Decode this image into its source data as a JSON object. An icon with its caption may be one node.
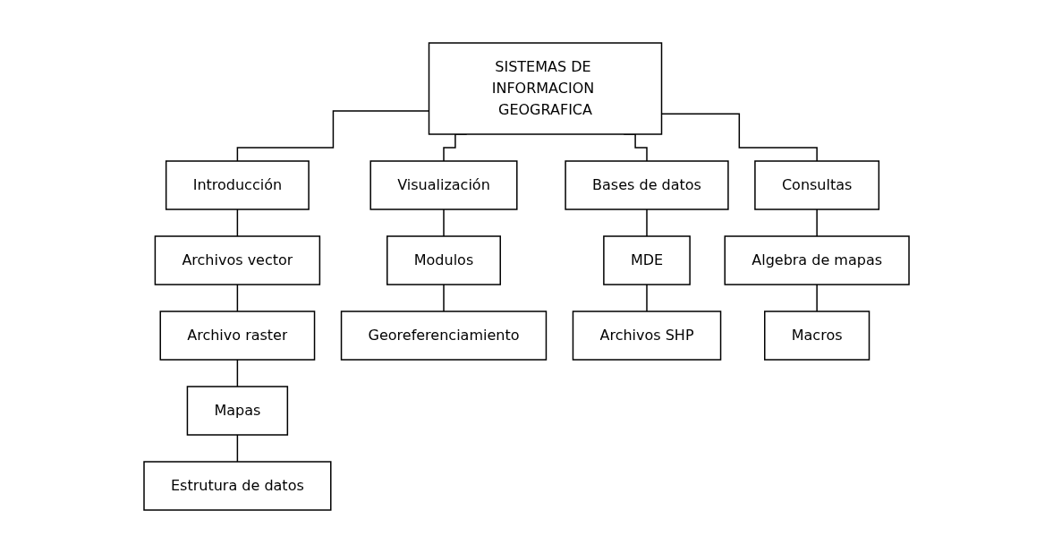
{
  "diagram": {
    "nodes": [
      {
        "text": [
          "SISTEMAS DE INFORMACION GEOGRAFICA"
        ]
      },
      {
        "text": [
          "Introducción"
        ]
      },
      {
        "text": [
          "Visualización"
        ]
      },
      {
        "text": [
          "Bases de datos"
        ]
      },
      {
        "text": [
          "Consultas"
        ]
      },
      {
        "text": [
          "Archivos vector"
        ]
      },
      {
        "text": [
          "Archivo raster"
        ]
      },
      {
        "text": [
          "Mapas"
        ]
      },
      {
        "text": [
          "Estrutura de datos"
        ]
      },
      {
        "text": [
          "Modulos"
        ]
      },
      {
        "text": [
          "Georeferenciamiento"
        ]
      },
      {
        "text": [
          "MDE"
        ]
      },
      {
        "text": [
          "Archivos SHP"
        ]
      },
      {
        "text": [
          "Algebra de mapas"
        ]
      },
      {
        "text": [
          "Macros"
        ]
      }
    ],
    "edges": [
      {
        "from": 0,
        "to": 1,
        "arrow": "none"
      },
      {
        "from": 0,
        "to": 2,
        "arrow": "none"
      },
      {
        "from": 0,
        "to": 3,
        "arrow": "none"
      },
      {
        "from": 0,
        "to": 4,
        "arrow": "none"
      },
      {
        "from": 1,
        "to": 5,
        "arrow": "none"
      },
      {
        "from": 5,
        "to": 6,
        "arrow": "none"
      },
      {
        "from": 6,
        "to": 7,
        "arrow": "none"
      },
      {
        "from": 7,
        "to": 8,
        "arrow": "none"
      },
      {
        "from": 2,
        "to": 9,
        "arrow": "none"
      },
      {
        "from": 9,
        "to": 10,
        "arrow": "none"
      },
      {
        "from": 3,
        "to": 11,
        "arrow": "none"
      },
      {
        "from": 11,
        "to": 12,
        "arrow": "none"
      },
      {
        "from": 4,
        "to": 13,
        "arrow": "none"
      },
      {
        "from": 13,
        "to": 14,
        "arrow": "none"
      }
    ]
  }
}
